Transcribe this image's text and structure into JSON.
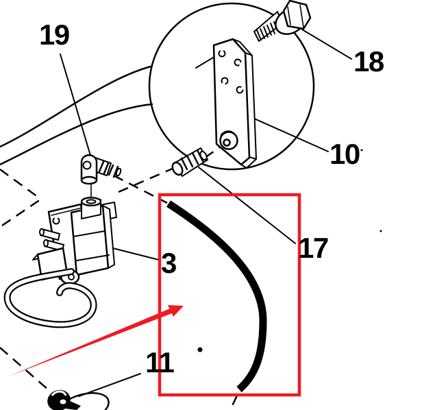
{
  "theme": {
    "background": "#ffffff",
    "line_color": "#000000",
    "highlight_color": "#ed1c24"
  },
  "diagram": {
    "type": "exploded-parts-diagram",
    "callouts": [
      {
        "id": "callout-19",
        "label": "19"
      },
      {
        "id": "callout-18",
        "label": "18"
      },
      {
        "id": "callout-10",
        "label": "10"
      },
      {
        "id": "callout-17",
        "label": "17"
      },
      {
        "id": "callout-3",
        "label": "3"
      },
      {
        "id": "callout-11",
        "label": "11"
      }
    ]
  }
}
